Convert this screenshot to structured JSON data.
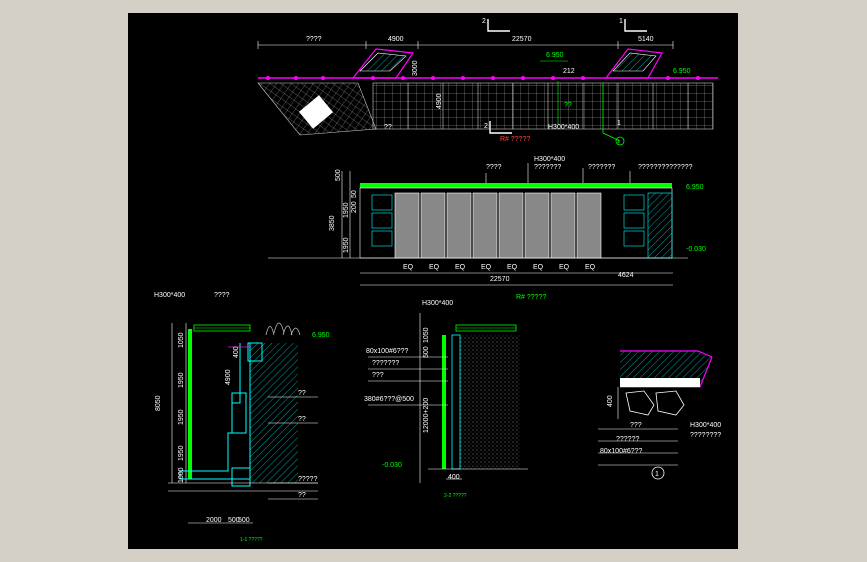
{
  "plan": {
    "title_label": "????",
    "dim_left": "4900",
    "dim_mid": "22570",
    "dim_right": "5140",
    "elev_a": "6.950",
    "elev_b": "6.950",
    "height_a": "3000",
    "height_b": "4900",
    "slope": "212",
    "beam": "H300*400",
    "note_a": "??",
    "note_b": "??",
    "section_2_top": "2",
    "section_1_top": "1",
    "section_2_bottom": "2",
    "section_1_bottom": "1",
    "callout": "1",
    "caption": "R# ?????"
  },
  "elevation": {
    "beam": "H300*400",
    "note_1": "????",
    "note_2": "???????",
    "note_3": "???????",
    "note_4": "??????????????",
    "elev_top": "6.950",
    "elev_bottom": "-0.030",
    "left_dims": [
      "500",
      "3850",
      "1950",
      "1950",
      "50",
      "200"
    ],
    "bay_labels": [
      "EQ",
      "EQ",
      "EQ",
      "EQ",
      "EQ",
      "EQ",
      "EQ",
      "EQ"
    ],
    "total_dim": "22570",
    "right_dim": "4624",
    "caption": "R# ?????"
  },
  "section_1": {
    "beam": "H300*400",
    "note_top": "????",
    "elev": "6.950",
    "height_total": "8050",
    "left_dims": [
      "1050",
      "1950",
      "1950",
      "1950",
      "1000"
    ],
    "inner_dims": [
      "4900",
      "400"
    ],
    "notes": [
      "??",
      "??",
      "?????",
      "??"
    ],
    "bottom_dims": [
      "2000",
      "500",
      "500"
    ],
    "caption": "1-1 ?????"
  },
  "section_2": {
    "beam": "H300*400",
    "notes": [
      "80x100#6???",
      "???????",
      "???",
      "380#6???@500"
    ],
    "dims": [
      "1050",
      "500",
      "12000+200"
    ],
    "elev": "-0.030",
    "bottom_dim": "400",
    "caption": "2-2 ?????"
  },
  "detail": {
    "dim": "400",
    "beam": "H300*400",
    "notes": [
      "???",
      "????????",
      "??????",
      "80x100#6???"
    ],
    "callout": "1"
  },
  "colors": {
    "background": "#000000",
    "frame": "#d4d0c8",
    "green": "#00ff00",
    "magenta": "#ff00ff",
    "cyan": "#00ffff",
    "white": "#ffffff",
    "gray": "#8c8c8c"
  }
}
